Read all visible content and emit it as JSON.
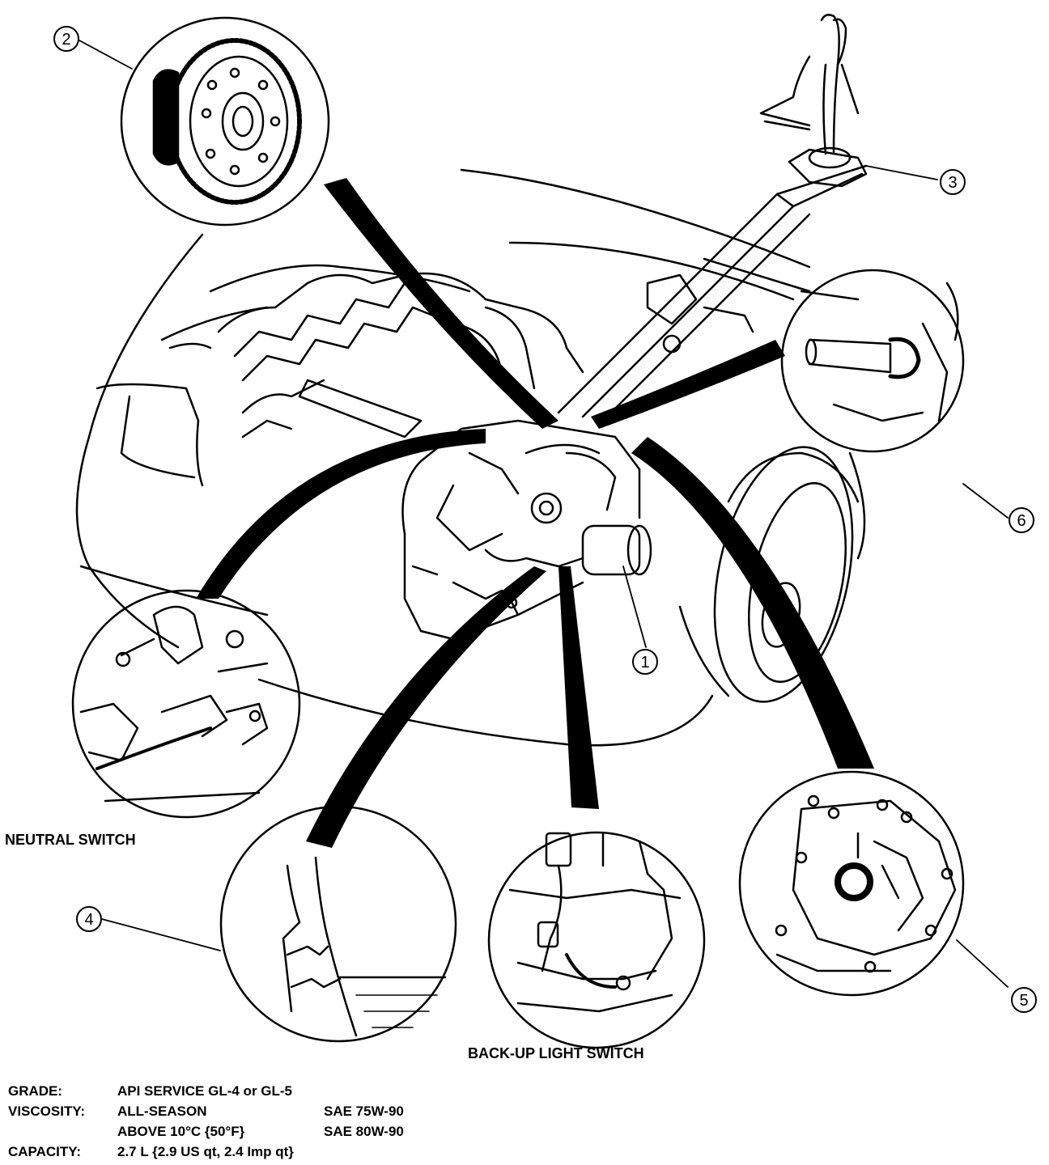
{
  "callouts": {
    "c1": "1",
    "c2": "2",
    "c3": "3",
    "c4": "4",
    "c5": "5",
    "c6": "6"
  },
  "labels": {
    "neutral_switch": "NEUTRAL SWITCH",
    "backup_light_switch": "BACK-UP LIGHT SWITCH"
  },
  "specs": {
    "grade_label": "GRADE:",
    "grade_value": "API SERVICE GL-4 or GL-5",
    "viscosity_label": "VISCOSITY:",
    "viscosity_allseason": "ALL-SEASON",
    "viscosity_allseason_sae": "SAE 75W-90",
    "viscosity_above": "ABOVE 10°C {50°F}",
    "viscosity_above_sae": "SAE 80W-90",
    "capacity_label": "CAPACITY:",
    "capacity_value": "2.7 L {2.9 US qt, 2.4 Imp qt}"
  }
}
